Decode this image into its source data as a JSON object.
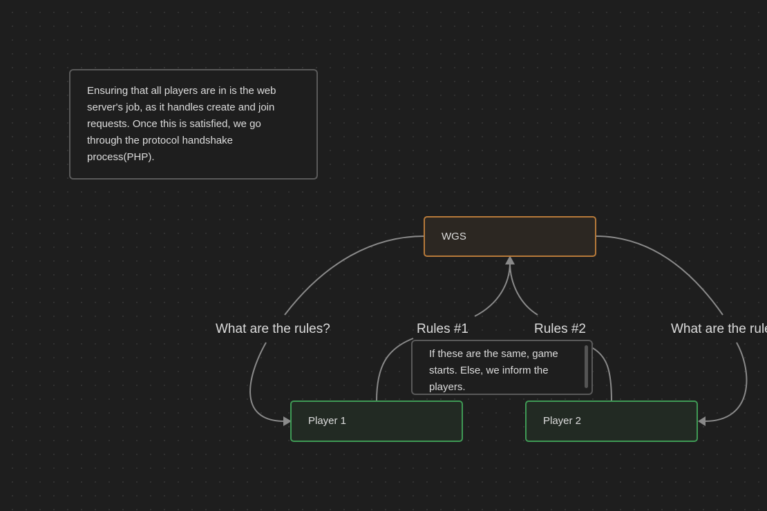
{
  "notes": {
    "top": "Ensuring that all players are in is the web server's job, as it handles create and join requests. Once this is satisfied, we go through the protocol handshake process(PHP).",
    "middle": "If these are the same, game starts. Else, we inform the players."
  },
  "nodes": {
    "wgs": "WGS",
    "player1": "Player 1",
    "player2": "Player 2"
  },
  "edge_labels": {
    "left_question": "What are the rules?",
    "rules1": "Rules #1",
    "rules2": "Rules #2",
    "right_question": "What are the rules?"
  },
  "colors": {
    "background": "#1e1e1e",
    "wgs_border": "#b77a3a",
    "player_border": "#3f9a55",
    "edge": "#8a8a8a"
  }
}
